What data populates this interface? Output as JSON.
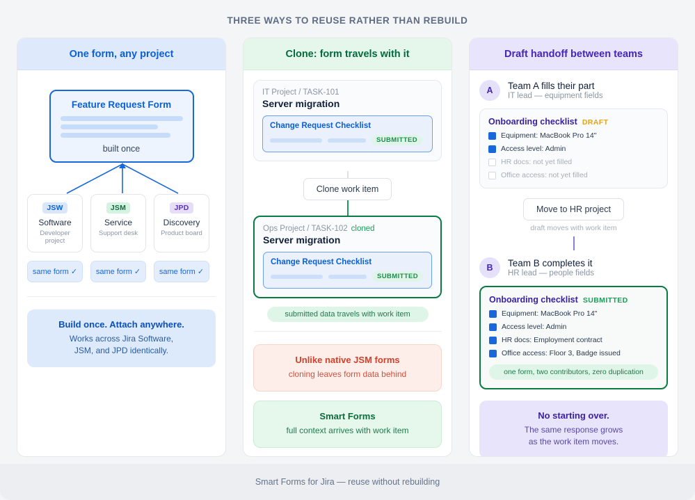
{
  "page": {
    "title": "THREE WAYS TO REUSE RATHER THAN REBUILD",
    "footer": "Smart Forms for Jira — reuse without rebuilding",
    "colors": {
      "background": "#f4f5f7",
      "blue": "#1868db",
      "green": "#0a7a43",
      "purple": "#4526b8",
      "red": "#d1402b",
      "amber": "#e8a317"
    }
  },
  "column1": {
    "heading": "One form, any project",
    "form_card": {
      "title": "Feature Request Form",
      "subtitle": "built once"
    },
    "projects": [
      {
        "tag": "JSW",
        "name": "Software",
        "desc": "Developer project"
      },
      {
        "tag": "JSM",
        "name": "Service",
        "desc": "Support desk"
      },
      {
        "tag": "JPD",
        "name": "Discovery",
        "desc": "Product board"
      }
    ],
    "same_form_labels": [
      "same form ✓",
      "same form ✓",
      "same form ✓"
    ],
    "callout": {
      "title": "Build once. Attach anywhere.",
      "line1": "Works across Jira Software,",
      "line2": "JSM, and JPD identically."
    }
  },
  "column2": {
    "heading": "Clone: form travels with it",
    "source_item": {
      "path": "IT Project / TASK-101",
      "title": "Server migration",
      "form_title": "Change Request Checklist",
      "status": "SUBMITTED"
    },
    "action_button": "Clone work item",
    "cloned_item": {
      "path": "Ops Project / TASK-102",
      "cloned_label": "cloned",
      "title": "Server migration",
      "form_title": "Change Request Checklist",
      "status": "SUBMITTED"
    },
    "travel_note": "submitted data travels with work item",
    "callout_red": {
      "title": "Unlike native JSM forms",
      "subtitle": "cloning leaves form data behind"
    },
    "callout_green": {
      "title": "Smart Forms",
      "subtitle": "full context arrives with work item"
    }
  },
  "column3": {
    "heading": "Draft handoff between teams",
    "team_a": {
      "avatar": "A",
      "title": "Team A fills their part",
      "subtitle": "IT lead — equipment fields"
    },
    "draft_card": {
      "title": "Onboarding checklist",
      "status": "DRAFT",
      "items": [
        {
          "label": "Equipment: MacBook Pro 14\"",
          "checked": true
        },
        {
          "label": "Access level: Admin",
          "checked": true
        },
        {
          "label": "HR docs: not yet filled",
          "checked": false
        },
        {
          "label": "Office access: not yet filled",
          "checked": false
        }
      ]
    },
    "move_button": "Move to HR project",
    "move_note": "draft moves with work item",
    "team_b": {
      "avatar": "B",
      "title": "Team B completes it",
      "subtitle": "HR lead — people fields"
    },
    "done_card": {
      "title": "Onboarding checklist",
      "status": "SUBMITTED",
      "items": [
        {
          "label": "Equipment: MacBook Pro 14\"",
          "checked": true
        },
        {
          "label": "Access level: Admin",
          "checked": true
        },
        {
          "label": "HR docs: Employment contract",
          "checked": true
        },
        {
          "label": "Office access: Floor 3, Badge issued",
          "checked": true
        }
      ],
      "footer_pill": "one form, two contributors, zero duplication"
    },
    "callout": {
      "title": "No starting over.",
      "line1": "The same response grows",
      "line2": "as the work item moves."
    }
  }
}
